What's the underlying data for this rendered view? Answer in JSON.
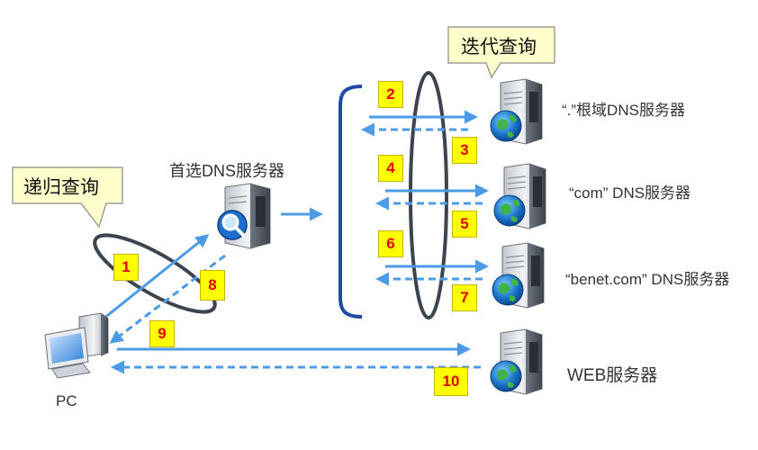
{
  "callouts": {
    "recursive": "递归查询",
    "iterative": "迭代查询"
  },
  "servers": {
    "preferred_dns": "首选DNS服务器",
    "root_dns": "“.”根域DNS服务器",
    "com_dns": "“com” DNS服务器",
    "benet_dns": "“benet.com” DNS服务器",
    "web": "WEB服务器"
  },
  "client": {
    "label": "PC"
  },
  "steps": [
    "1",
    "2",
    "3",
    "4",
    "5",
    "6",
    "7",
    "8",
    "9",
    "10"
  ],
  "colors": {
    "arrow": "#4d9be6",
    "ellipse": "#3c4450",
    "bracket": "#1f4aa8",
    "step_fill": "#ffff00",
    "step_text": "#e00000",
    "callout_fill": "#ffffcc"
  },
  "icons": {
    "pc": "desktop-computer-icon",
    "dns_primary": "server-magnifier-icon",
    "server": "server-globe-icon"
  }
}
